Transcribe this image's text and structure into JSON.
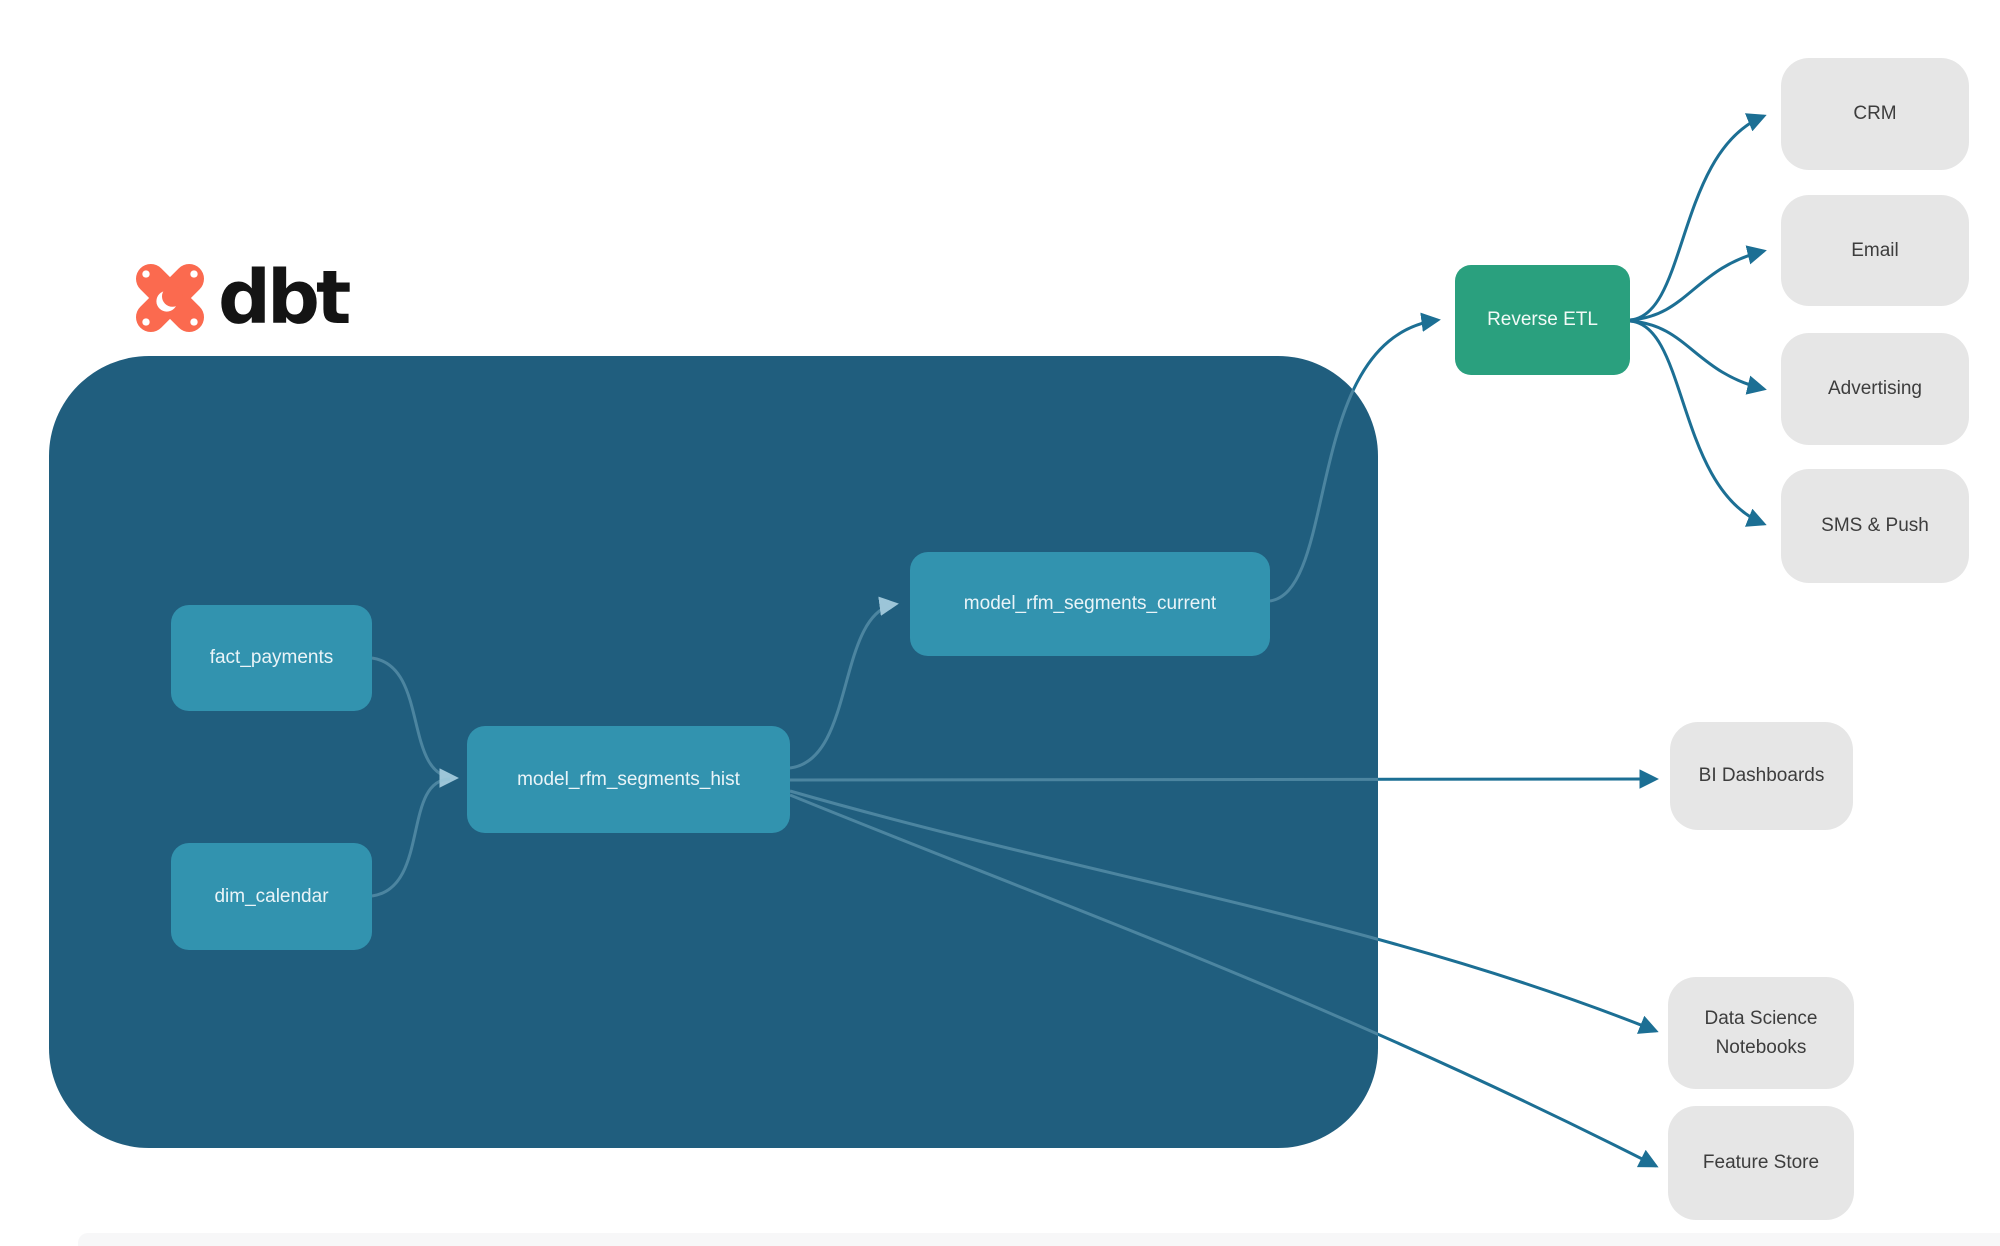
{
  "logo": {
    "word": "dbt",
    "icon": "dbt-pinwheel-icon"
  },
  "colors": {
    "container_bg": "#205E7E",
    "model_node_bg": "#3293AF",
    "reverse_etl_bg": "#2AA07E",
    "destination_bg": "#E6E6E6",
    "edge_stroke": "#1C6F94",
    "logo_orange": "#FB6A4F"
  },
  "nodes": {
    "fact_payments": {
      "label": "fact_payments"
    },
    "dim_calendar": {
      "label": "dim_calendar"
    },
    "model_rfm_segments_hist": {
      "label": "model_rfm_segments_hist"
    },
    "model_rfm_segments_current": {
      "label": "model_rfm_segments_current"
    },
    "reverse_etl": {
      "label": "Reverse ETL"
    },
    "crm": {
      "label": "CRM"
    },
    "email": {
      "label": "Email"
    },
    "advertising": {
      "label": "Advertising"
    },
    "sms_push": {
      "label": "SMS & Push"
    },
    "bi_dashboards": {
      "label": "BI Dashboards"
    },
    "data_science_notebooks": {
      "label": "Data Science Notebooks"
    },
    "feature_store": {
      "label": "Feature Store"
    }
  },
  "edges": [
    {
      "from": "fact_payments",
      "to": "model_rfm_segments_hist"
    },
    {
      "from": "dim_calendar",
      "to": "model_rfm_segments_hist"
    },
    {
      "from": "model_rfm_segments_hist",
      "to": "model_rfm_segments_current"
    },
    {
      "from": "model_rfm_segments_current",
      "to": "reverse_etl"
    },
    {
      "from": "reverse_etl",
      "to": "crm"
    },
    {
      "from": "reverse_etl",
      "to": "email"
    },
    {
      "from": "reverse_etl",
      "to": "advertising"
    },
    {
      "from": "reverse_etl",
      "to": "sms_push"
    },
    {
      "from": "model_rfm_segments_hist",
      "to": "bi_dashboards"
    },
    {
      "from": "model_rfm_segments_hist",
      "to": "data_science_notebooks"
    },
    {
      "from": "model_rfm_segments_hist",
      "to": "feature_store"
    }
  ]
}
